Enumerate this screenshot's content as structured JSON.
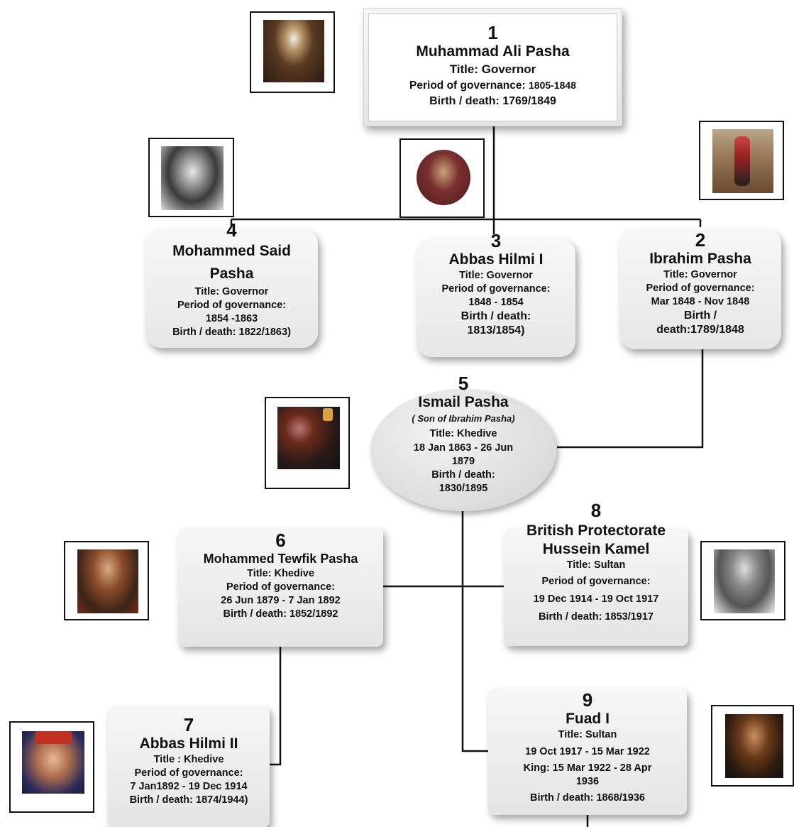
{
  "nodes": {
    "n1": {
      "num": "1",
      "name": "Muhammad Ali Pasha",
      "title": "Title:  Governor",
      "period_label": "Period of governance:",
      "period": "1805-1848",
      "birth": "Birth / death: 1769/1849"
    },
    "n2": {
      "num": "2",
      "name": "Ibrahim Pasha",
      "title": "Title:  Governor",
      "period_label": "Period of governance:",
      "period": "Mar 1848 -  Nov 1848",
      "birth1": "Birth /",
      "birth2": "death:1789/1848"
    },
    "n3": {
      "num": "3",
      "name": "Abbas Hilmi I",
      "title": "Title:  Governor",
      "period_label": "Period of governance:",
      "period": "1848 - 1854",
      "birth1": "Birth / death:",
      "birth2": "1813/1854)"
    },
    "n4": {
      "num": "4",
      "name1": "Mohammed Said",
      "name2": "Pasha",
      "title": "Title: Governor",
      "period_label": "Period of governance:",
      "period": "1854 -1863",
      "birth": "Birth / death:  1822/1863)"
    },
    "n5": {
      "num": "5",
      "name": "Ismail Pasha",
      "note": "( Son of Ibrahim Pasha)",
      "title": "Title: Khedive",
      "period1": "18 Jan 1863 - 26 Jun",
      "period2": "1879",
      "birth1": "Birth / death:",
      "birth2": "1830/1895"
    },
    "n6": {
      "num": "6",
      "name": "Mohammed Tewfik Pasha",
      "title": "Title:  Khedive",
      "period_label": "Period of governance:",
      "period": "26 Jun 1879 - 7 Jan 1892",
      "birth": "Birth / death: 1852/1892"
    },
    "n7": {
      "num": "7",
      "name": "Abbas Hilmi II",
      "title": "Title : Khedive",
      "period_label": "Period of governance:",
      "period": "7 Jan1892  - 19 Dec 1914",
      "birth": "Birth / death: 1874/1944)"
    },
    "n8": {
      "num": "8",
      "name1": "British Protectorate",
      "name2": "Hussein Kamel",
      "title": "Title: Sultan",
      "period_label": "Period of governance:",
      "period": "19 Dec 1914 - 19 Oct 1917",
      "birth": "Birth / death:  1853/1917"
    },
    "n9": {
      "num": "9",
      "name": "Fuad I",
      "title": "Title: Sultan",
      "period": "19 Oct 1917 - 15 Mar 1922",
      "king1": "King: 15 Mar 1922 - 28 Apr",
      "king2": "1936",
      "birth": "Birth / death: 1868/1936"
    }
  },
  "portraits": [
    "portrait-muhammad-ali-pasha",
    "portrait-mohammed-said-pasha",
    "portrait-abbas-hilmi-i",
    "portrait-ibrahim-pasha",
    "portrait-ismail-pasha",
    "portrait-mohammed-tewfik-pasha",
    "portrait-hussein-kamel",
    "portrait-abbas-hilmi-ii",
    "portrait-fuad-i"
  ]
}
